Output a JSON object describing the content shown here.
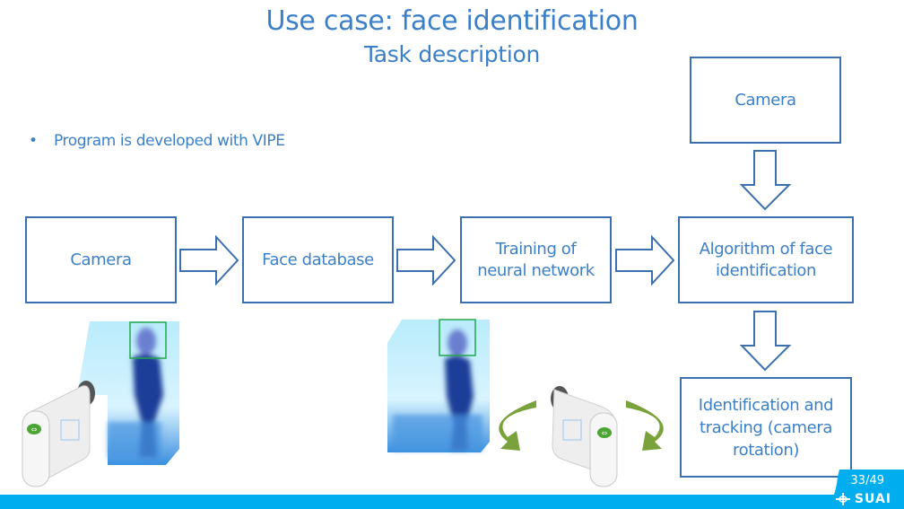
{
  "slide": {
    "title": "Use case: face identification",
    "subtitle": "Task description",
    "bullet": "Program is developed with VIPE",
    "page_number": "33/49",
    "logo_text": "SUAI"
  },
  "diagram": {
    "nodes": [
      {
        "id": "camera-input",
        "label": "Camera"
      },
      {
        "id": "face-database",
        "label": "Face database"
      },
      {
        "id": "training",
        "label": "Training of neural network"
      },
      {
        "id": "algorithm",
        "label": "Algorithm of face identification"
      },
      {
        "id": "camera-top",
        "label": "Camera"
      },
      {
        "id": "identification",
        "label": "Identification and tracking (camera rotation)"
      }
    ],
    "edges": [
      {
        "from": "camera-input",
        "to": "face-database"
      },
      {
        "from": "face-database",
        "to": "training"
      },
      {
        "from": "training",
        "to": "algorithm"
      },
      {
        "from": "camera-top",
        "to": "algorithm"
      },
      {
        "from": "algorithm",
        "to": "identification"
      }
    ]
  },
  "colors": {
    "text": "#3b7fc8",
    "box_border": "#3c6fb0",
    "footer": "#00aeef",
    "face_box": "#22a84a",
    "rotation_arrow": "#7aa23b"
  }
}
